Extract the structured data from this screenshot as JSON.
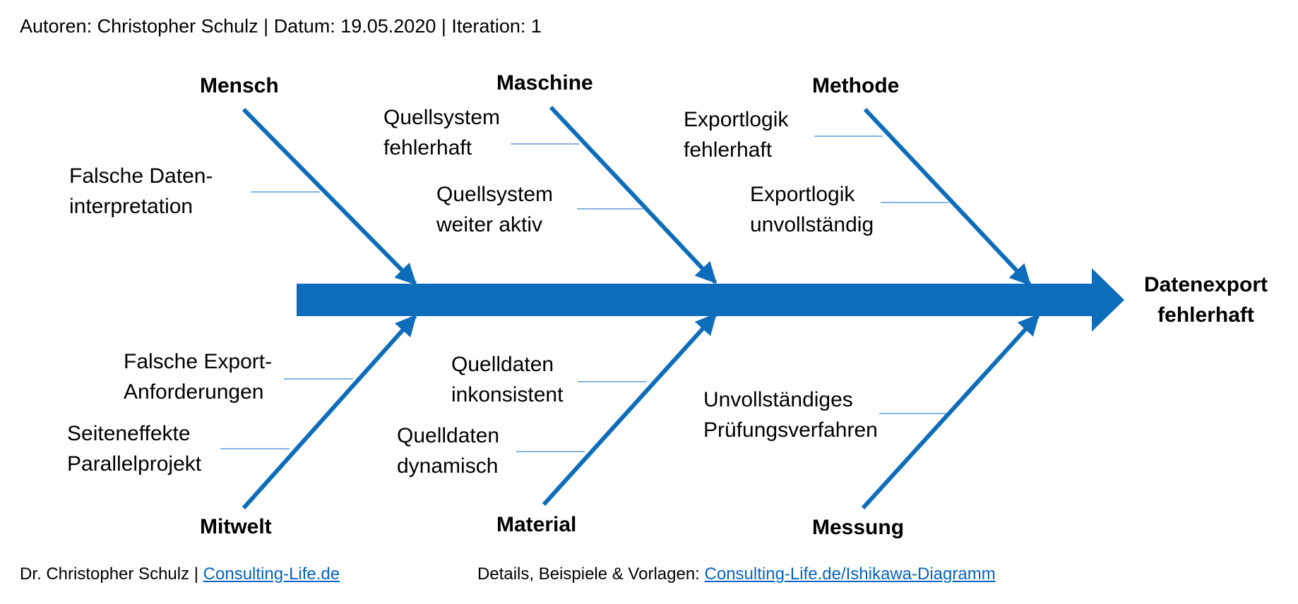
{
  "header": {
    "text": "Autoren: Christopher Schulz | Datum: 19.05.2020  | Iteration: 1"
  },
  "colors": {
    "accent": "#0e6dbb",
    "link": "#0563c1"
  },
  "effect": {
    "line1": "Datenexport",
    "line2": "fehlerhaft"
  },
  "categories": {
    "mensch": "Mensch",
    "maschine": "Maschine",
    "methode": "Methode",
    "mitwelt": "Mitwelt",
    "material": "Material",
    "messung": "Messung"
  },
  "causes": {
    "mensch_1": {
      "line1": "Falsche Daten-",
      "line2": "interpretation"
    },
    "maschine_1": {
      "line1": "Quellsystem",
      "line2": "fehlerhaft"
    },
    "maschine_2": {
      "line1": "Quellsystem",
      "line2": "weiter aktiv"
    },
    "methode_1": {
      "line1": "Exportlogik",
      "line2": "fehlerhaft"
    },
    "methode_2": {
      "line1": "Exportlogik",
      "line2": "unvollständig"
    },
    "mitwelt_1": {
      "line1": "Falsche Export-",
      "line2": "Anforderungen"
    },
    "mitwelt_2": {
      "line1": "Seiteneffekte",
      "line2": "Parallelprojekt"
    },
    "material_1": {
      "line1": "Quelldaten",
      "line2": "inkonsistent"
    },
    "material_2": {
      "line1": "Quelldaten",
      "line2": "dynamisch"
    },
    "messung_1": {
      "line1": "Unvollständiges",
      "line2": "Prüfungsverfahren"
    }
  },
  "footer": {
    "author": "Dr. Christopher Schulz | ",
    "author_link": "Consulting-Life.de",
    "details": "Details, Beispiele & Vorlagen: ",
    "details_link": "Consulting-Life.de/Ishikawa-Diagramm"
  }
}
